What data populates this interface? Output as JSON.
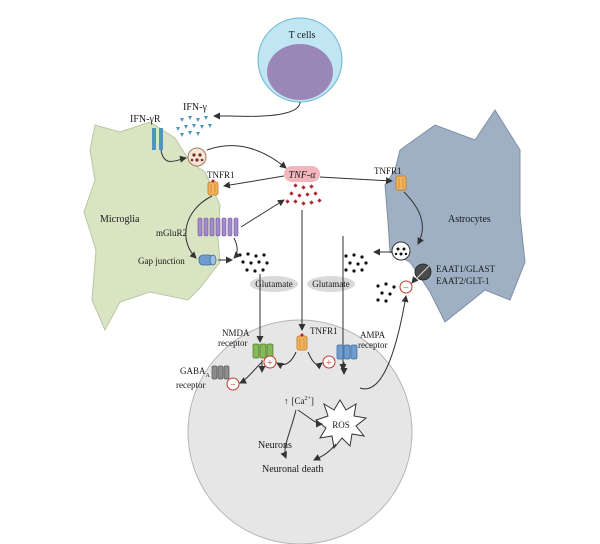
{
  "labels": {
    "t_cells": "T cells",
    "ifn_gamma_r": "IFN-γR",
    "ifn_gamma": "IFN-γ",
    "tnfr1_microglia": "TNFR1",
    "tnf_alpha": "TNF-α",
    "tnfr1_astro": "TNFR1",
    "microglia": "Microglia",
    "astrocytes": "Astrocytes",
    "mglur2": "mGluR2",
    "gap_junction": "Gap junction",
    "glutamate_left": "Glutamate",
    "glutamate_right": "Glutamate",
    "eaat1": "EAAT1/GLAST",
    "eaat2": "EAAT2/GLT-1",
    "nmda_line1": "NMDA",
    "nmda_line2": "receptor",
    "tnfr1_neuron": "TNFR1",
    "ampa_line1": "AMPA",
    "ampa_line2": "receptor",
    "gaba_main": "GABA",
    "gaba_sub": "A",
    "gaba_line2": "receptor",
    "ca_up": "↑",
    "ca_main": "[Ca",
    "ca_sup": "2+",
    "ca_close": "]",
    "ros": "ROS",
    "neurons": "Neurons",
    "neuronal_death": "Neuronal death",
    "plus": "+",
    "minus": "−"
  },
  "colors": {
    "microglia": "#d9e4c3",
    "astrocyte": "#9fb0c4",
    "neuron": "#e6e6e6",
    "tcell_outer": "#bfe6f2",
    "tcell_inner": "#9b86b8",
    "tnf_pill": "#f3b6bd",
    "tnf_dots": "#b3202a",
    "receptor_orange": "#f4b35e",
    "mglur2": "#a38ac9",
    "nmda": "#86b957",
    "ampa": "#6e9ccf",
    "gaba": "#8c8c8c",
    "ifn": "#4f95c2",
    "sign_red": "#c0392b"
  }
}
